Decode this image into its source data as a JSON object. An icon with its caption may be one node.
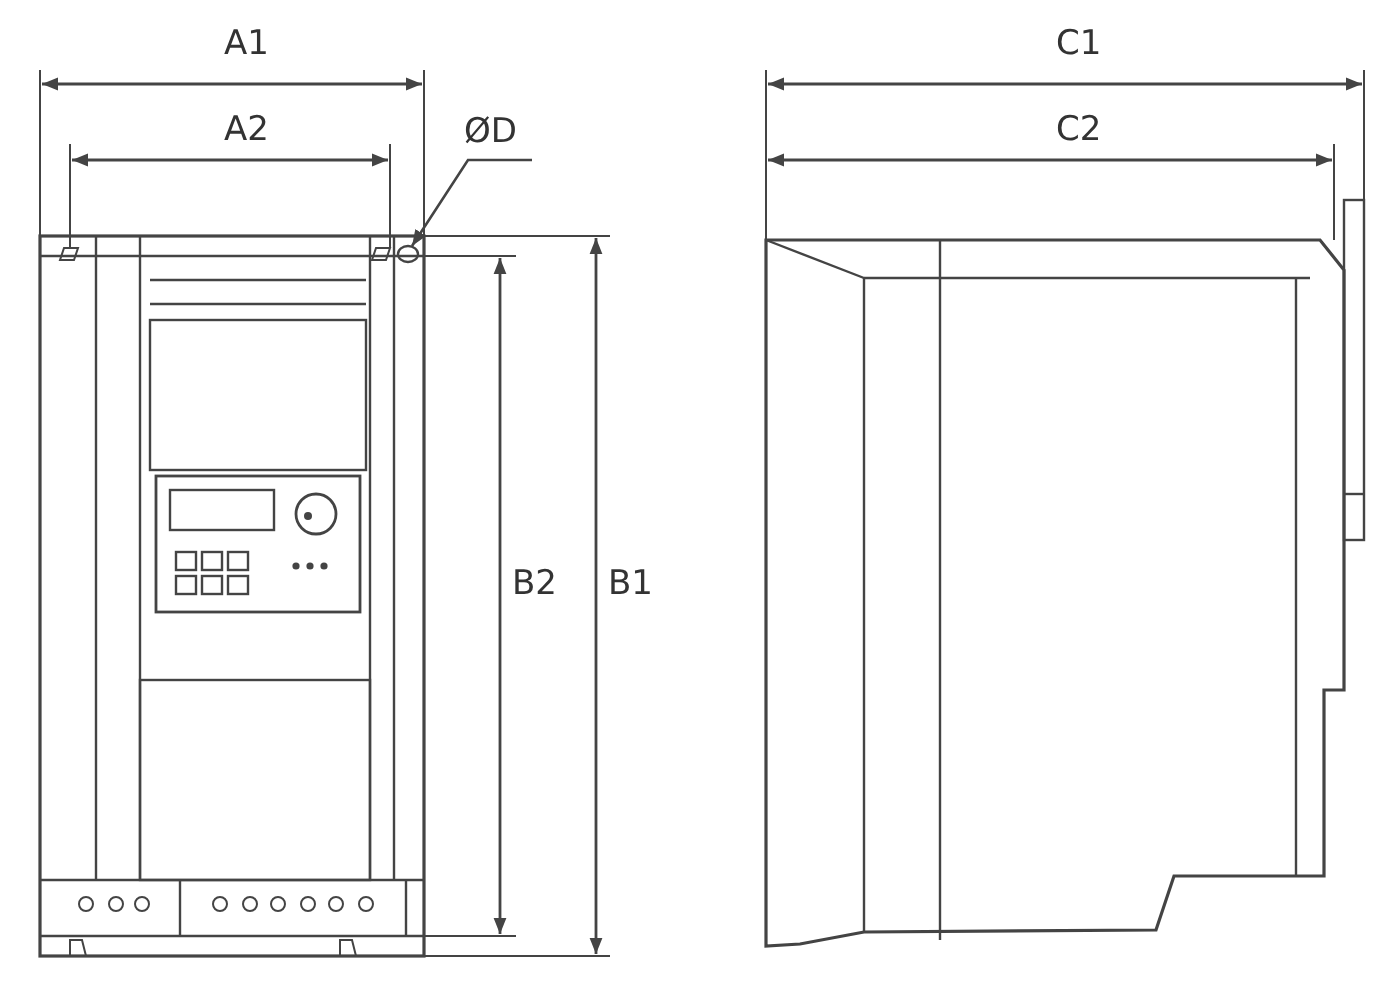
{
  "diagram": {
    "nodes": [
      {
        "text": [
          "ØD"
        ]
      },
      {
        "text": [],
        "shape": "circle"
      }
    ],
    "edges": [
      {
        "from": 0,
        "to": 1,
        "arrow": "to"
      }
    ],
    "labels": [
      "A1",
      "C1",
      "A2",
      "C2",
      "B2",
      "B1"
    ]
  }
}
